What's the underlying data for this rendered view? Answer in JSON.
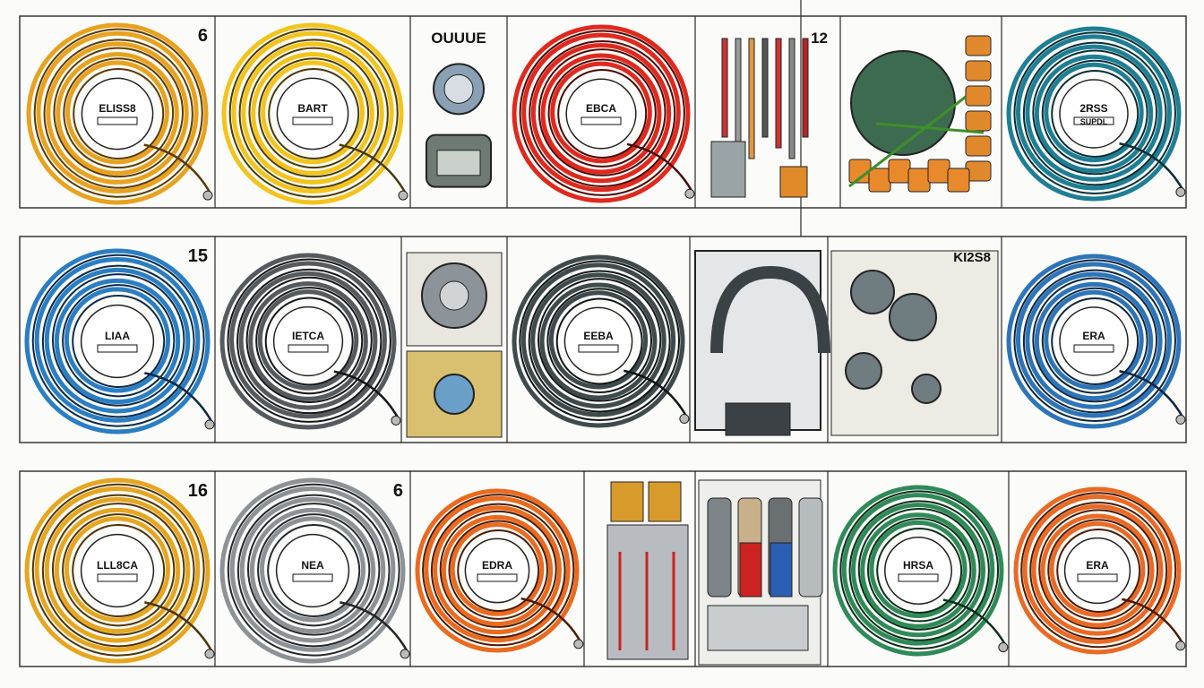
{
  "palette": {
    "frame": "#2a2a2a",
    "background": "#fbfbf9",
    "label_disc": "#ffffff",
    "ink": "#111111"
  },
  "rows": [
    {
      "cells": [
        {
          "kind": "coil",
          "color": "#e8a21e",
          "dark": "#5a3a08",
          "label1": "ELISS8",
          "label2": "",
          "badge": "6"
        },
        {
          "kind": "coil",
          "color": "#f2c41c",
          "dark": "#4a3a06",
          "label1": "BART",
          "label2": "",
          "badge": ""
        },
        {
          "kind": "hardware",
          "icon": "junction-box-icon",
          "title": "OUUUE"
        },
        {
          "kind": "coil",
          "color": "#e0291e",
          "dark": "#4a0a08",
          "label1": "EBCA",
          "label2": "",
          "badge": ""
        },
        {
          "kind": "hardware",
          "icon": "tool-rack-icon",
          "title": "12"
        },
        {
          "kind": "hardware",
          "icon": "connector-fan-icon",
          "title": ""
        },
        {
          "kind": "coil",
          "color": "#1e7f94",
          "dark": "#0a2e36",
          "label1": "2RSS",
          "label2": "SUPDL",
          "badge": ""
        }
      ]
    },
    {
      "cells": [
        {
          "kind": "coil",
          "color": "#2a7ec3",
          "dark": "#0c2a48",
          "label1": "LIAA",
          "label2": "",
          "badge": "15"
        },
        {
          "kind": "coil",
          "color": "#555a5e",
          "dark": "#15171a",
          "label1": "IETCA",
          "label2": "",
          "badge": ""
        },
        {
          "kind": "hardware",
          "icon": "motor-assembly-icon",
          "title": ""
        },
        {
          "kind": "coil",
          "color": "#3f4a4c",
          "dark": "#111617",
          "label1": "EEBA",
          "label2": "",
          "badge": ""
        },
        {
          "kind": "hardware",
          "icon": "cable-panel-icon",
          "title": ""
        },
        {
          "kind": "hardware",
          "icon": "gear-panel-icon",
          "title": "KI2S8"
        },
        {
          "kind": "coil",
          "color": "#2d74b8",
          "dark": "#0d2640",
          "label1": "ERA",
          "label2": "",
          "badge": ""
        }
      ]
    },
    {
      "cells": [
        {
          "kind": "coil",
          "color": "#e6a61f",
          "dark": "#4e3408",
          "label1": "LLL8CA",
          "label2": "",
          "badge": "16"
        },
        {
          "kind": "coil",
          "color": "#8d9296",
          "dark": "#25282b",
          "label1": "NEA",
          "label2": "",
          "badge": "6"
        },
        {
          "kind": "coil",
          "color": "#ea6a1f",
          "dark": "#4a1c06",
          "label1": "EDRA",
          "label2": "",
          "badge": ""
        },
        {
          "kind": "hardware",
          "icon": "fuse-block-icon",
          "title": ""
        },
        {
          "kind": "hardware",
          "icon": "cylinder-rack-icon",
          "title": ""
        },
        {
          "kind": "coil",
          "color": "#2f8a57",
          "dark": "#0c2e1a",
          "label1": "HRSA",
          "label2": "",
          "badge": ""
        },
        {
          "kind": "coil",
          "color": "#ea6a24",
          "dark": "#4a1c08",
          "label1": "ERA",
          "label2": "",
          "badge": ""
        }
      ]
    }
  ]
}
